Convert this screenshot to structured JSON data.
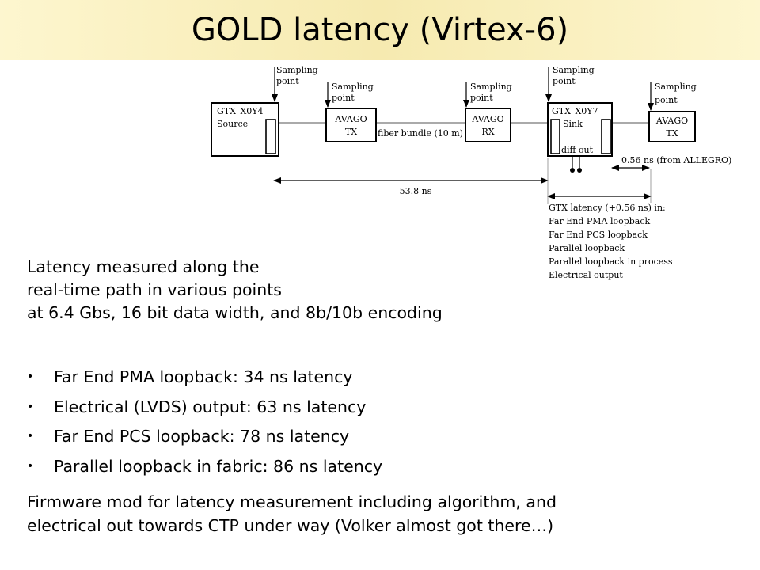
{
  "slide": {
    "title": "GOLD latency (Virtex-6)"
  },
  "diagram": {
    "blocks": [
      {
        "id": "gtx-x0y4",
        "lines": [
          "GTX_X0Y4",
          "Source"
        ]
      },
      {
        "id": "avago-tx-1",
        "lines": [
          "AVAGO",
          "TX"
        ]
      },
      {
        "id": "avago-rx",
        "lines": [
          "AVAGO",
          "RX"
        ]
      },
      {
        "id": "gtx-x0y7",
        "lines": [
          "GTX_X0Y7",
          "Sink",
          "diff out"
        ]
      },
      {
        "id": "avago-tx-2",
        "lines": [
          "AVAGO",
          "TX"
        ]
      }
    ],
    "sampling_point_label": [
      "Sampling",
      "point"
    ],
    "fiber_label": "fiber bundle (10 m)",
    "allegro_label": "0.56 ns (from ALLEGRO)",
    "span_label": "53.8 ns",
    "gtx_latency_notes": [
      "GTX latency (+0.56 ns) in:",
      "Far End PMA loopback",
      "Far End PCS loopback",
      "Parallel loopback",
      "Parallel loopback in process",
      "Electrical output"
    ]
  },
  "intro": {
    "lines": [
      "Latency measured along the",
      "real-time path in various points",
      "at 6.4 Gbs, 16 bit data width, and 8b/10b encoding"
    ]
  },
  "bullets": [
    "Far End PMA loopback: 34 ns latency",
    "Electrical (LVDS) output: 63 ns latency",
    "Far End PCS loopback: 78 ns latency",
    "Parallel loopback in fabric: 86 ns latency"
  ],
  "footer": {
    "lines": [
      "Firmware mod for latency measurement including algorithm, and",
      "electrical out towards CTP under way (Volker almost got there…)"
    ]
  }
}
